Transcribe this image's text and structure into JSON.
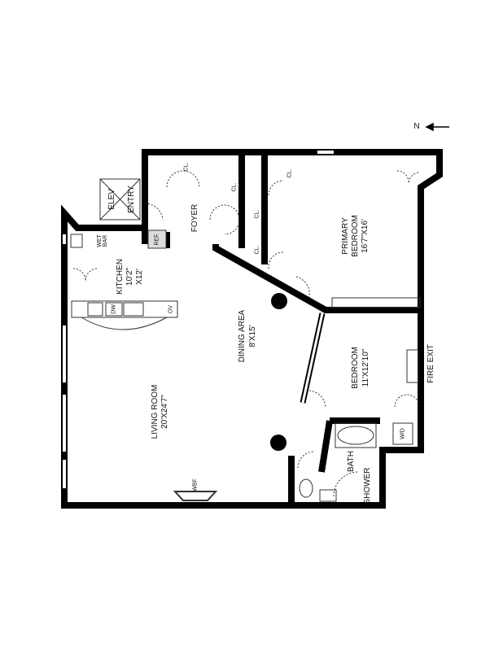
{
  "north": {
    "label": "N",
    "icon": "arrow-left-icon"
  },
  "rooms": {
    "elev": "ELEV",
    "entry": "ENTRY",
    "foyer": "FOYER",
    "closet": "CL.",
    "wet_bar": "WET BAR",
    "ref": "REF.",
    "kitchen": {
      "name": "KITCHEN",
      "dim1": "10'2\"",
      "dim2": "X12'"
    },
    "dw": "DW",
    "ov": "OV",
    "primary_bedroom": {
      "name1": "PRIMARY",
      "name2": "BEDROOM",
      "dim": "16'7\"X16'"
    },
    "dining": {
      "name": "DINING AREA",
      "dim": "8'X15'"
    },
    "bedroom": {
      "name": "BEDROOM",
      "dim": "11'X12'10\""
    },
    "fire_exit": "FIRE EXIT",
    "living": {
      "name": "LIVING ROOM",
      "dim": "20'X24'7\""
    },
    "wbf": "WBF",
    "bath": "BATH",
    "shower": "SHOWER",
    "wd": "W/D"
  },
  "colors": {
    "wall": "#000000",
    "fixture": "#555555"
  }
}
